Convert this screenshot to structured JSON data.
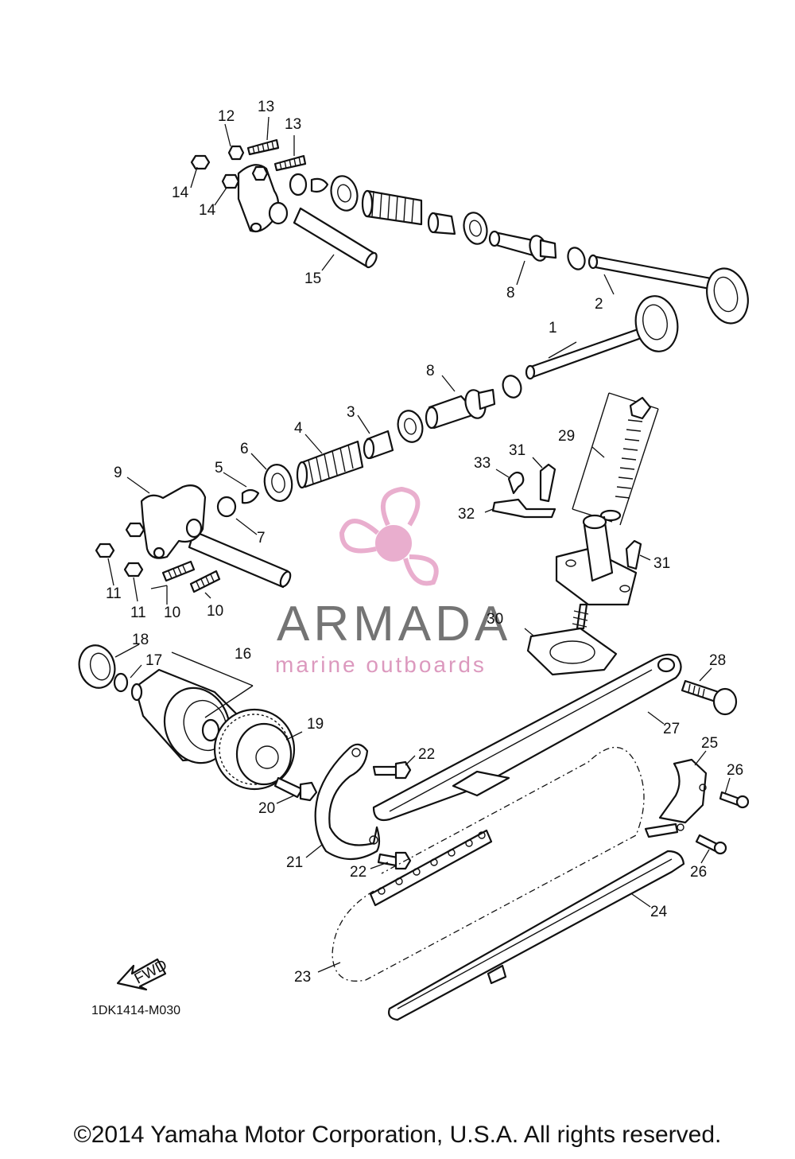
{
  "diagram": {
    "callouts": [
      {
        "id": "c1",
        "text": "1"
      },
      {
        "id": "c2",
        "text": "2"
      },
      {
        "id": "c3",
        "text": "3"
      },
      {
        "id": "c4",
        "text": "4"
      },
      {
        "id": "c5",
        "text": "5"
      },
      {
        "id": "c6",
        "text": "6"
      },
      {
        "id": "c7",
        "text": "7"
      },
      {
        "id": "c8a",
        "text": "8"
      },
      {
        "id": "c8b",
        "text": "8"
      },
      {
        "id": "c9",
        "text": "9"
      },
      {
        "id": "c10a",
        "text": "10"
      },
      {
        "id": "c10b",
        "text": "10"
      },
      {
        "id": "c11a",
        "text": "11"
      },
      {
        "id": "c11b",
        "text": "11"
      },
      {
        "id": "c12",
        "text": "12"
      },
      {
        "id": "c13a",
        "text": "13"
      },
      {
        "id": "c13b",
        "text": "13"
      },
      {
        "id": "c14a",
        "text": "14"
      },
      {
        "id": "c14b",
        "text": "14"
      },
      {
        "id": "c15",
        "text": "15"
      },
      {
        "id": "c16",
        "text": "16"
      },
      {
        "id": "c17",
        "text": "17"
      },
      {
        "id": "c18",
        "text": "18"
      },
      {
        "id": "c19",
        "text": "19"
      },
      {
        "id": "c20",
        "text": "20"
      },
      {
        "id": "c21",
        "text": "21"
      },
      {
        "id": "c22a",
        "text": "22"
      },
      {
        "id": "c22b",
        "text": "22"
      },
      {
        "id": "c23",
        "text": "23"
      },
      {
        "id": "c24",
        "text": "24"
      },
      {
        "id": "c25",
        "text": "25"
      },
      {
        "id": "c26a",
        "text": "26"
      },
      {
        "id": "c26b",
        "text": "26"
      },
      {
        "id": "c27",
        "text": "27"
      },
      {
        "id": "c28",
        "text": "28"
      },
      {
        "id": "c29",
        "text": "29"
      },
      {
        "id": "c30",
        "text": "30"
      },
      {
        "id": "c31a",
        "text": "31"
      },
      {
        "id": "c31b",
        "text": "31"
      },
      {
        "id": "c32",
        "text": "32"
      },
      {
        "id": "c33",
        "text": "33"
      }
    ],
    "fwd_label": "FWD",
    "drawing_code": "1DK1414-M030"
  },
  "watermark": {
    "brand": "ARMADA",
    "tagline": "marine outboards",
    "colors": {
      "pink": "#e7a6c9",
      "gray": "#666666",
      "pink_text": "#d98fb8"
    }
  },
  "footer": {
    "copyright": "©2014 Yamaha Motor Corporation, U.S.A. All rights reserved."
  }
}
